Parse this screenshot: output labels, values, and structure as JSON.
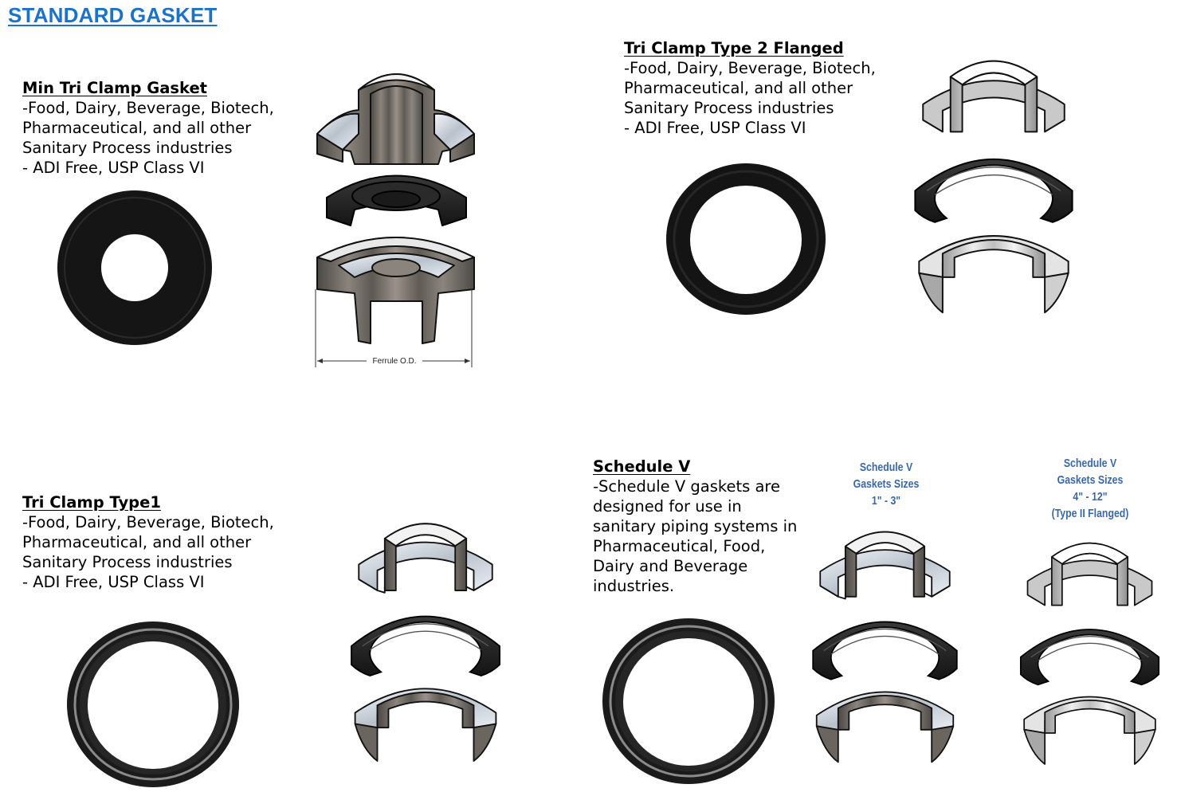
{
  "page": {
    "title": "STANDARD GASKET",
    "title_color": "#1a73c8"
  },
  "products": [
    {
      "name": "Min Tri Clamp Gasket",
      "lines": [
        "-Food, Dairy, Beverage, Biotech,",
        "Pharmaceutical, and all other",
        "Sanitary Process industries",
        "- ADI Free, USP Class VI"
      ],
      "photo": "flat-black-gasket-small-bore",
      "diagram": "ferrule-gasket-assembly",
      "diagram_label": "Ferrule O.D."
    },
    {
      "name": "Tri Clamp Type 2 Flanged",
      "lines": [
        "-Food, Dairy, Beverage, Biotech,",
        "Pharmaceutical, and all other",
        "Sanitary Process industries",
        "- ADI Free, USP Class VI"
      ],
      "photo": "black-ring-gasket",
      "diagram": "type2-flanged-exploded-view"
    },
    {
      "name": "Tri Clamp Type1",
      "lines": [
        "-Food, Dairy, Beverage, Biotech,",
        "Pharmaceutical, and all other",
        "Sanitary Process industries",
        "- ADI Free, USP Class VI"
      ],
      "photo": "black-ring-gasket-with-groove",
      "diagram": "type1-exploded-view"
    },
    {
      "name": "Schedule V",
      "lines": [
        "-Schedule V gaskets are",
        "designed for use in",
        "sanitary piping systems in",
        "Pharmaceutical, Food,",
        "Dairy and Beverage",
        "industries."
      ],
      "photo": "black-ring-gasket-with-groove",
      "diagrams": [
        {
          "caption": [
            "Schedule V",
            "Gaskets Sizes",
            "1\" - 3\""
          ],
          "view": "schedule-v-small-exploded"
        },
        {
          "caption": [
            "Schedule V",
            "Gaskets Sizes",
            "4\" - 12\"",
            "(Type II Flanged)"
          ],
          "view": "schedule-v-large-exploded"
        }
      ]
    }
  ],
  "colors": {
    "rubber": "#1c1c1c",
    "steel_dark": "#6b6660",
    "steel_light": "#d8d8d8",
    "caption_blue": "#3a68a8"
  }
}
